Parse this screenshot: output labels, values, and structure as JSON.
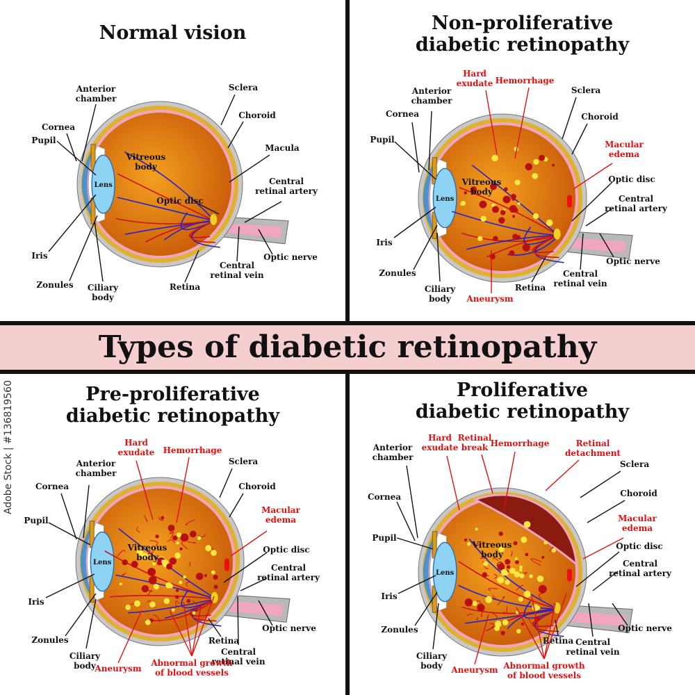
{
  "main_title": "Types of diabetic retinopathy",
  "side_id": "Adobe Stock | #136819560",
  "panels": {
    "normal": {
      "title_lines": [
        "Normal vision"
      ],
      "labels": {
        "anterior_chamber": [
          "Anterior",
          "chamber"
        ],
        "cornea": "Cornea",
        "pupil": "Pupil",
        "lens": "Lens",
        "iris": "Iris",
        "zonules": "Zonules",
        "ciliary_body": [
          "Ciliary",
          "body"
        ],
        "vitreous_body": [
          "Vitreous",
          "body"
        ],
        "optic_disc": "Optic disc",
        "sclera": "Sclera",
        "choroid": "Choroid",
        "macula": "Macula",
        "central_retinal_artery": [
          "Central",
          "retinal artery"
        ],
        "optic_nerve": "Optic nerve",
        "central_retinal_vein": [
          "Central",
          "retinal vein"
        ],
        "retina": "Retina"
      }
    },
    "nonprolif": {
      "title_lines": [
        "Non-proliferative",
        "diabetic retinopathy"
      ],
      "labels": {
        "hard_exudate": [
          "Hard",
          "exudate"
        ],
        "hemorrhage": "Hemorrhage",
        "anterior_chamber": [
          "Anterior",
          "chamber"
        ],
        "cornea": "Cornea",
        "pupil": "Pupil",
        "lens": "Lens",
        "iris": "Iris",
        "zonules": "Zonules",
        "ciliary_body": [
          "Ciliary",
          "body"
        ],
        "vitreous_body": [
          "Vitreous",
          "body"
        ],
        "sclera": "Sclera",
        "choroid": "Choroid",
        "macular_edema": [
          "Macular",
          "edema"
        ],
        "optic_disc": "Optic disc",
        "central_retinal_artery": [
          "Central",
          "retinal artery"
        ],
        "optic_nerve": "Optic nerve",
        "central_retinal_vein": [
          "Central",
          "retinal vein"
        ],
        "retina": "Retina",
        "aneurysm": "Aneurysm"
      }
    },
    "preprolif": {
      "title_lines": [
        "Pre-proliferative",
        "diabetic retinopathy"
      ],
      "labels": {
        "hard_exudate": [
          "Hard",
          "exudate"
        ],
        "hemorrhage": "Hemorrhage",
        "anterior_chamber": [
          "Anterior",
          "chamber"
        ],
        "cornea": "Cornea",
        "pupil": "Pupil",
        "lens": "Lens",
        "iris": "Iris",
        "zonules": "Zonules",
        "ciliary_body": [
          "Ciliary",
          "body"
        ],
        "vitreous_body": [
          "Vitreous",
          "body"
        ],
        "sclera": "Sclera",
        "choroid": "Choroid",
        "macular_edema": [
          "Macular",
          "edema"
        ],
        "optic_disc": "Optic disc",
        "central_retinal_artery": [
          "Central",
          "retinal artery"
        ],
        "optic_nerve": "Optic nerve",
        "central_retinal_vein": [
          "Central",
          "retinal vein"
        ],
        "retina": "Retina",
        "aneurysm": "Aneurysm",
        "abnormal_growth": [
          "Abnormal growth",
          "of blood vessels"
        ]
      }
    },
    "prolif": {
      "title_lines": [
        "Proliferative",
        "diabetic retinopathy"
      ],
      "labels": {
        "hard_exudate": [
          "Hard",
          "exudate"
        ],
        "retinal_break": [
          "Retinal",
          "break"
        ],
        "hemorrhage": "Hemorrhage",
        "retinal_detachment": [
          "Retinal",
          "detachment"
        ],
        "anterior_chamber": [
          "Anterior",
          "chamber"
        ],
        "cornea": "Cornea",
        "pupil": "Pupil",
        "lens": "Lens",
        "iris": "Iris",
        "zonules": "Zonules",
        "ciliary_body": [
          "Ciliary",
          "body"
        ],
        "vitreous_body": [
          "Vitreous",
          "body"
        ],
        "sclera": "Sclera",
        "choroid": "Choroid",
        "macular_edema": [
          "Macular",
          "edema"
        ],
        "optic_disc": "Optic disc",
        "central_retinal_artery": [
          "Central",
          "retinal artery"
        ],
        "optic_nerve": "Optic nerve",
        "central_retinal_vein": [
          "Central",
          "retinal vein"
        ],
        "retina": "Retina",
        "aneurysm": "Aneurysm",
        "abnormal_growth": [
          "Abnormal growth",
          "of blood vessels"
        ]
      }
    }
  },
  "colors": {
    "label": "#111111",
    "pathology_label": "#e01010",
    "banner": "#f5cfcf",
    "sclera": "#b9b9b9",
    "choroid": "#e0b030",
    "retina": "#f0a6c0",
    "vitreous": "#e07a10",
    "lens": "#8fd3f4",
    "cornea": "#3d8fd6",
    "vessel_red": "#cc1010",
    "vessel_blue": "#2222cc"
  }
}
